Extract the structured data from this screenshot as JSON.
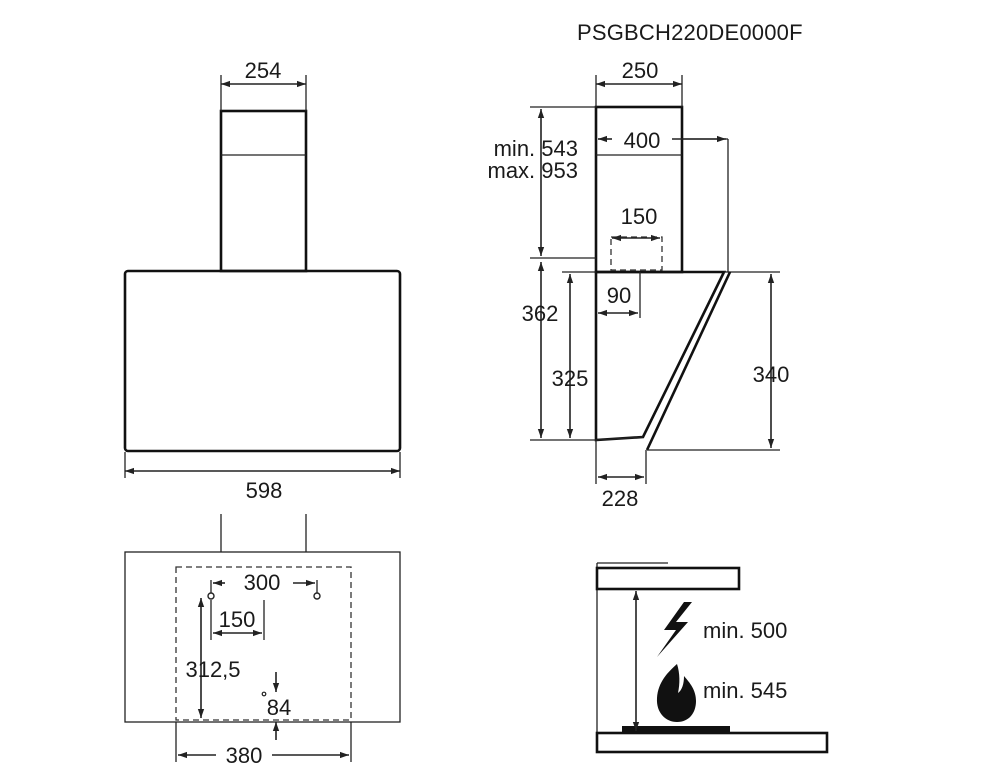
{
  "model_code": "PSGBCH220DE0000F",
  "front_view": {
    "chimney_width": "254",
    "hood_width": "598"
  },
  "side_view": {
    "chimney_depth": "250",
    "chimney_height_min": "min. 543",
    "chimney_height_max": "max. 953",
    "outlet_offset": "400",
    "outlet_width": "150",
    "outlet_depth": "90",
    "total_height": "362",
    "back_height": "325",
    "front_height": "340",
    "bottom_depth": "228"
  },
  "mounting_view": {
    "hole_spacing": "300",
    "hole_offset": "150",
    "hole_height": "312,5",
    "bottom_offset": "84",
    "template_width": "380"
  },
  "clearance": {
    "electric_min": "min. 500",
    "gas_min": "min. 545",
    "electric_icon": "lightning-icon",
    "gas_icon": "flame-icon"
  }
}
